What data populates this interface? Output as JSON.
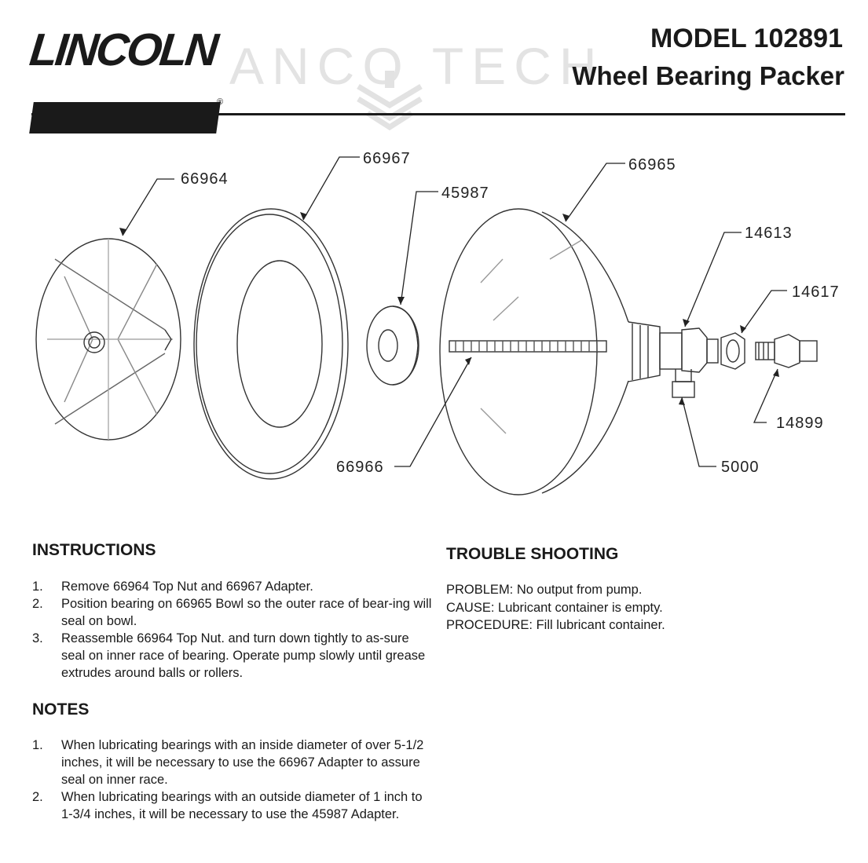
{
  "header": {
    "logo_text": "LINCOLN",
    "logo_registered": "®",
    "watermark": "ANCO TECH",
    "model": "MODEL 102891",
    "product": "Wheel Bearing Packer"
  },
  "diagram": {
    "part_labels": [
      "66964",
      "66967",
      "45987",
      "66965",
      "14613",
      "14617",
      "14899",
      "5000",
      "66966"
    ]
  },
  "instructions": {
    "heading": "INSTRUCTIONS",
    "items": [
      {
        "num": "1.",
        "text": "Remove 66964 Top Nut and 66967 Adapter."
      },
      {
        "num": "2.",
        "text": "Position bearing on 66965 Bowl so the outer race of bear-ing will seal on bowl."
      },
      {
        "num": "3.",
        "text": "Reassemble 66964 Top Nut. and turn down tightly to as-sure seal on inner race of bearing. Operate pump slowly until grease extrudes around balls or rollers."
      }
    ]
  },
  "notes": {
    "heading": "NOTES",
    "items": [
      {
        "num": "1.",
        "text": "When lubricating bearings with an inside diameter of over 5-1/2 inches, it will be necessary to use the 66967 Adapter to assure seal on inner race."
      },
      {
        "num": "2.",
        "text": "When lubricating bearings with an outside diameter of 1 inch to 1-3/4 inches, it will be necessary to use the 45987 Adapter."
      }
    ]
  },
  "troubleshooting": {
    "heading": "TROUBLE SHOOTING",
    "problem": "PROBLEM: No output from pump.",
    "cause": "CAUSE: Lubricant container is empty.",
    "procedure": "PROCEDURE: Fill lubricant container."
  }
}
